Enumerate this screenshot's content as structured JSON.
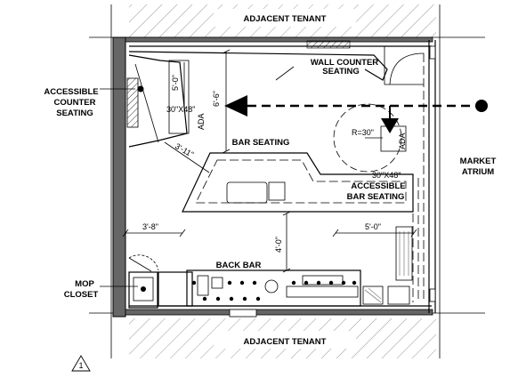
{
  "labels": {
    "adjacent_tenant_top": "ADJACENT TENANT",
    "adjacent_tenant_bottom": "ADJACENT TENANT",
    "wall_counter_seating_1": "WALL COUNTER",
    "wall_counter_seating_2": "SEATING",
    "accessible_counter_1": "ACCESSIBLE",
    "accessible_counter_2": "COUNTER",
    "accessible_counter_3": "SEATING",
    "bar_seating": "BAR SEATING",
    "accessible_bar_1": "ACCESSIBLE",
    "accessible_bar_2": "BAR SEATING",
    "market_1": "MARKET",
    "market_2": "ATRIUM",
    "back_bar": "BACK BAR",
    "mop_1": "MOP",
    "mop_2": "CLOSET",
    "revision": "1"
  },
  "dimensions": {
    "five_zero_top": "5'-0\"",
    "table_size_left": "30\"X48\"",
    "ada_left": "ADA",
    "six_six": "6'-6\"",
    "three_eleven": "3'-11\"",
    "radius": "R=30\"",
    "ada_right": "ADA",
    "table_size_right": "30\"X48\"",
    "three_eight": "3'-8\"",
    "four_zero": "4'-0\"",
    "five_zero_right": "5'-0\""
  }
}
